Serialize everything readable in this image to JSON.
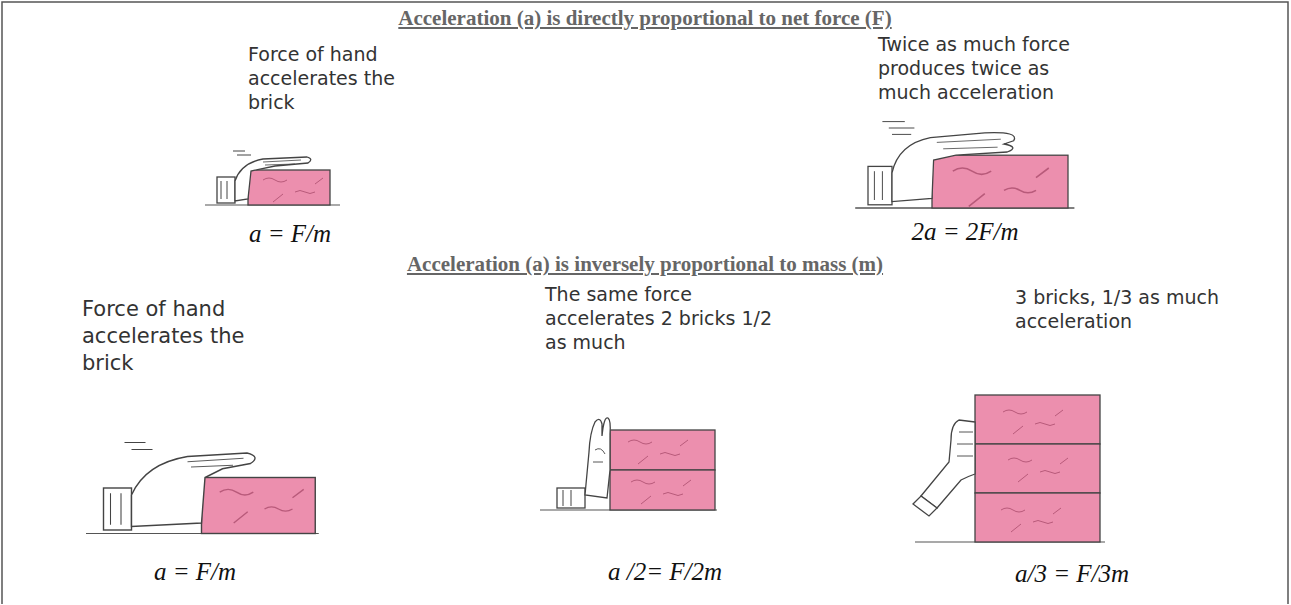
{
  "diagram": {
    "labels": [
      "Acceleration (a) is directly proportional to net force (F)",
      "Force of hand accelerates the brick",
      "a = F/m",
      "Twice as much force produces twice as much acceleration",
      "2a = 2F/m",
      "Acceleration (a) is inversely proportional to mass (m)",
      "Force of hand accelerates the brick",
      "a = F/m",
      "The same force accelerates 2 bricks 1/2 as much",
      "a /2= F/2m",
      "3 bricks, 1/3 as much acceleration",
      "a/3 = F/3m"
    ]
  }
}
